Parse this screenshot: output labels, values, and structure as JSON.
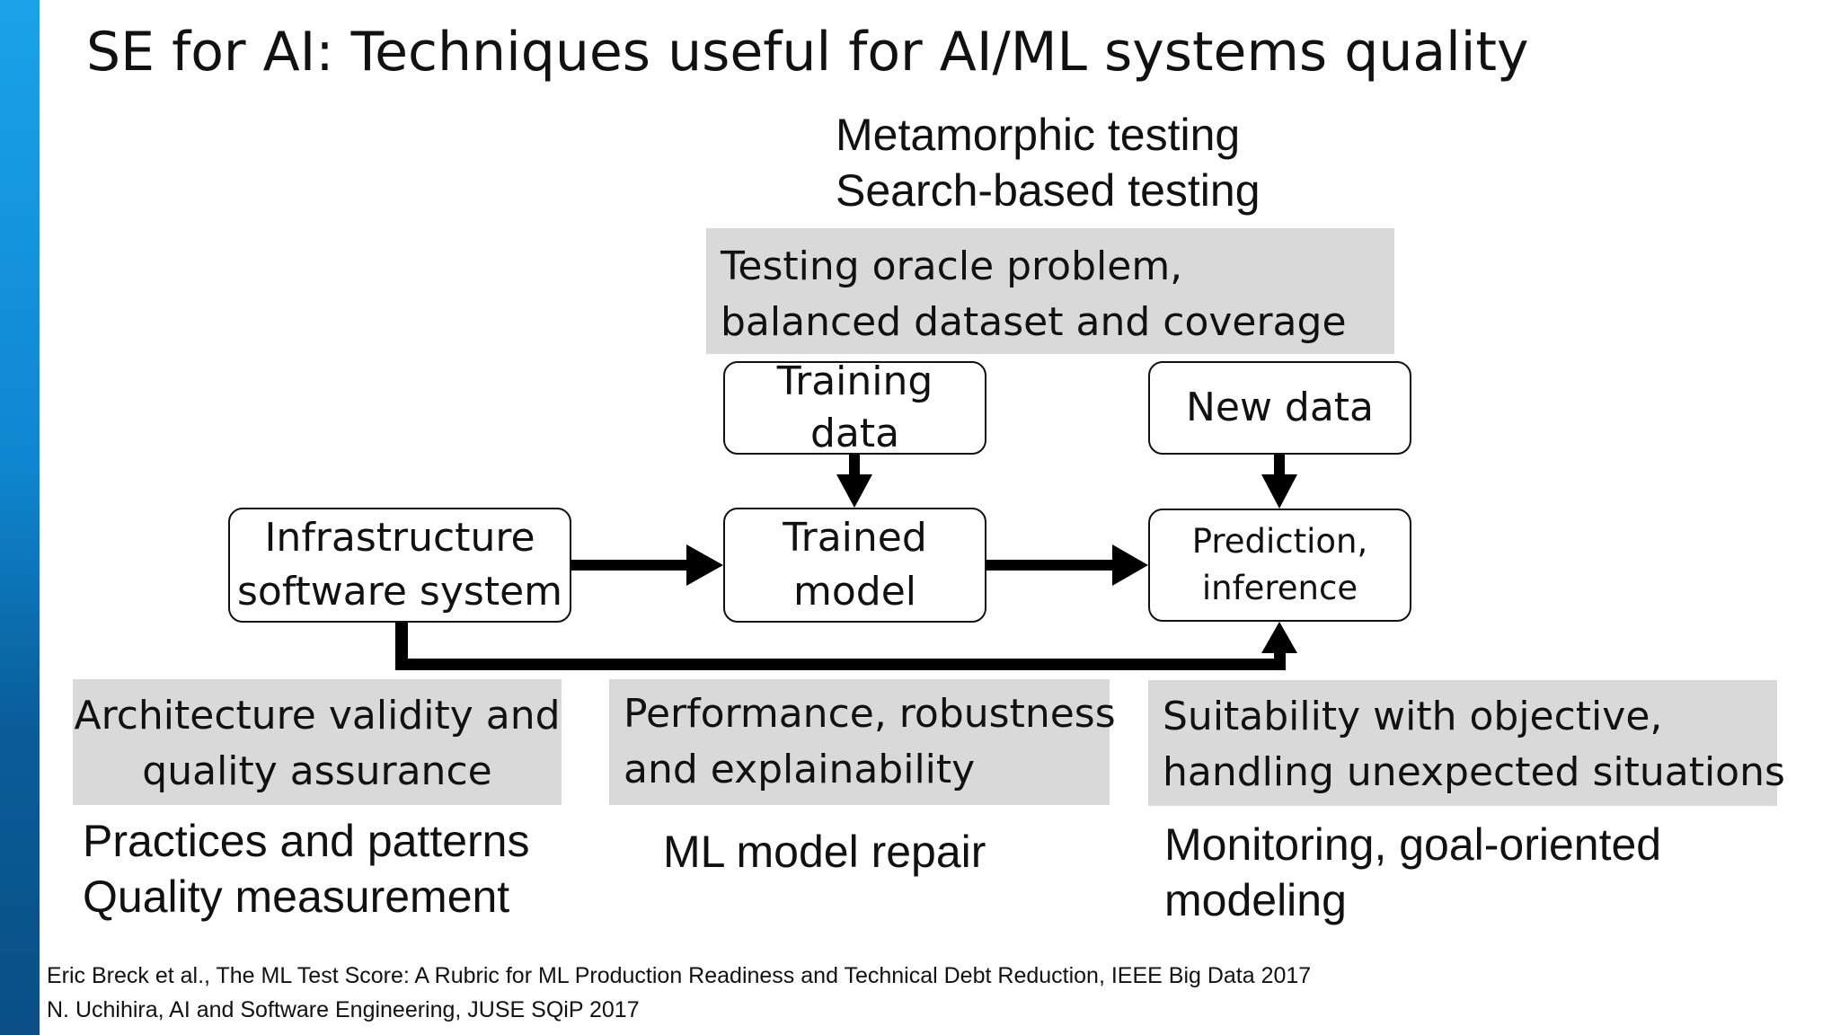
{
  "title": "SE for AI: Techniques useful for AI/ML systems quality",
  "top_techniques": [
    "Metamorphic testing",
    "Search-based testing"
  ],
  "testing_box": [
    "Testing oracle problem,",
    "balanced dataset and coverage"
  ],
  "nodes": {
    "training_data": [
      "Training",
      "data"
    ],
    "new_data": [
      "New data"
    ],
    "infrastructure": [
      "Infrastructure",
      "software system"
    ],
    "trained_model": [
      "Trained",
      "model"
    ],
    "prediction": [
      "Prediction,",
      "inference"
    ]
  },
  "bottom_boxes": {
    "architecture": [
      "Architecture validity and",
      "quality assurance"
    ],
    "performance": [
      "Performance, robustness",
      "and explainability"
    ],
    "suitability": [
      "Suitability with objective,",
      "handling unexpected situations"
    ]
  },
  "bottom_techniques": {
    "left": [
      "Practices and patterns",
      "Quality measurement"
    ],
    "middle": [
      "ML model repair"
    ],
    "right": [
      "Monitoring, goal-oriented",
      "modeling"
    ]
  },
  "references": [
    "Eric Breck et al., The ML Test Score: A Rubric for ML Production Readiness and Technical Debt Reduction, IEEE Big Data 2017",
    "N. Uchihira, AI and Software Engineering, JUSE SQiP 2017"
  ],
  "colors": {
    "accent_bar": "#1aa3e8",
    "panel_gray": "#d9d9d9"
  }
}
